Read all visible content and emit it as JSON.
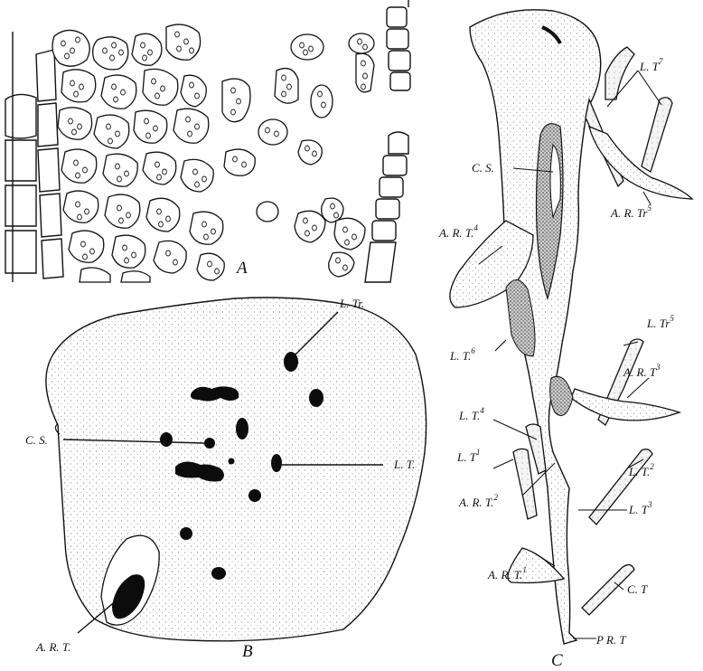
{
  "panel_a": {
    "letter": "A"
  },
  "panel_b": {
    "letter": "B",
    "labels": {
      "l_tr": "L. Tr.",
      "c_s": "C. S.",
      "l_t": "L. T.",
      "a_r_t": "A. R. T."
    }
  },
  "panel_c": {
    "letter": "C",
    "labels": {
      "l_t7": "L. T",
      "l_t7_sup": "7",
      "c_s": "C. S.",
      "a_r_tr5": "A. R. Tr",
      "a_r_tr5_sup": "5",
      "a_r_t4": "A. R. T.",
      "a_r_t4_sup": "4",
      "l_tr5": "L. Tr",
      "l_tr5_sup": "5",
      "l_t6": "L. T.",
      "l_t6_sup": "6",
      "a_r_t3": "A. R. T",
      "a_r_t3_sup": "3",
      "l_t4": "L. T.",
      "l_t4_sup": "4",
      "l_t1": "L. T",
      "l_t1_sup": "1",
      "l_t2": "L. T.",
      "l_t2_sup": "2",
      "a_r_t2": "A. R. T.",
      "a_r_t2_sup": "2",
      "l_t3": "L. T",
      "l_t3_sup": "3",
      "a_r_t1": "A. R. T.",
      "a_r_t1_sup": "1",
      "c_t": "C. T",
      "p_r_t": "P R. T"
    }
  }
}
